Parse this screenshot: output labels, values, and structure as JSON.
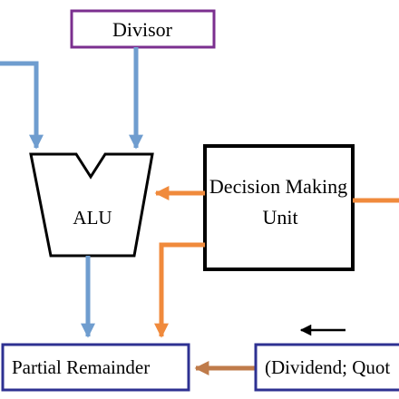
{
  "blocks": {
    "divisor": {
      "label": "Divisor",
      "border_color": "#7b2f8f"
    },
    "alu": {
      "label": "ALU",
      "border_color": "#000000"
    },
    "decision_unit": {
      "line1": "Decision Making",
      "line2": "Unit",
      "border_color": "#000000"
    },
    "partial_remainder": {
      "label": "Partial Remainder",
      "border_color": "#2e3192"
    },
    "dividend_quotient": {
      "label": "(Dividend; Quot",
      "border_color": "#2e3192"
    }
  },
  "connector_colors": {
    "blue": "#6f9dcf",
    "orange": "#f08a3c",
    "brown": "#bf7b4a",
    "black": "#000000"
  },
  "shift_arrow_direction": "left"
}
